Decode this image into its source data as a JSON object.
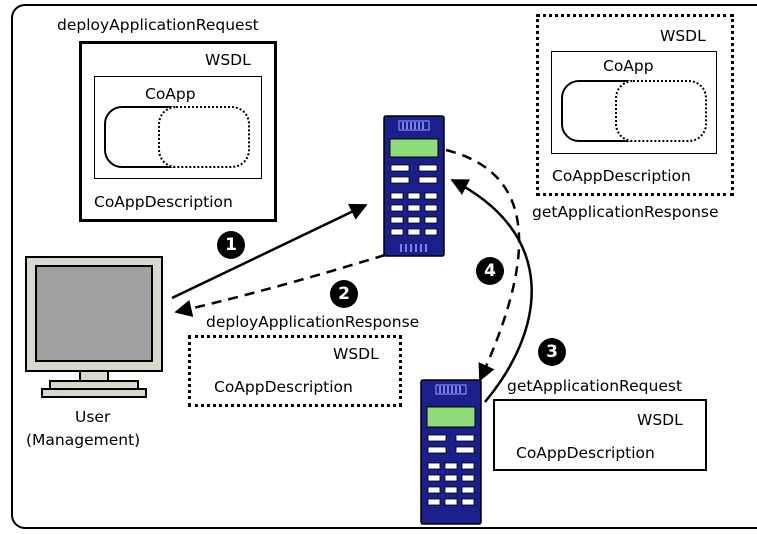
{
  "labels": {
    "deploy_request": "deployApplicationRequest",
    "deploy_response": "deployApplicationResponse",
    "get_request": "getApplicationRequest",
    "get_response": "getApplicationResponse",
    "wsdl": "WSDL",
    "coapp": "CoApp",
    "coapp_description": "CoAppDescription",
    "user": "User",
    "management": "(Management)"
  },
  "steps": [
    "1",
    "2",
    "3",
    "4"
  ],
  "colors": {
    "device_blue": "#1a1f8c",
    "device_screen": "#8fdc7a",
    "monitor_frame": "#d8d8cc",
    "monitor_screen": "#a0a0a0"
  }
}
